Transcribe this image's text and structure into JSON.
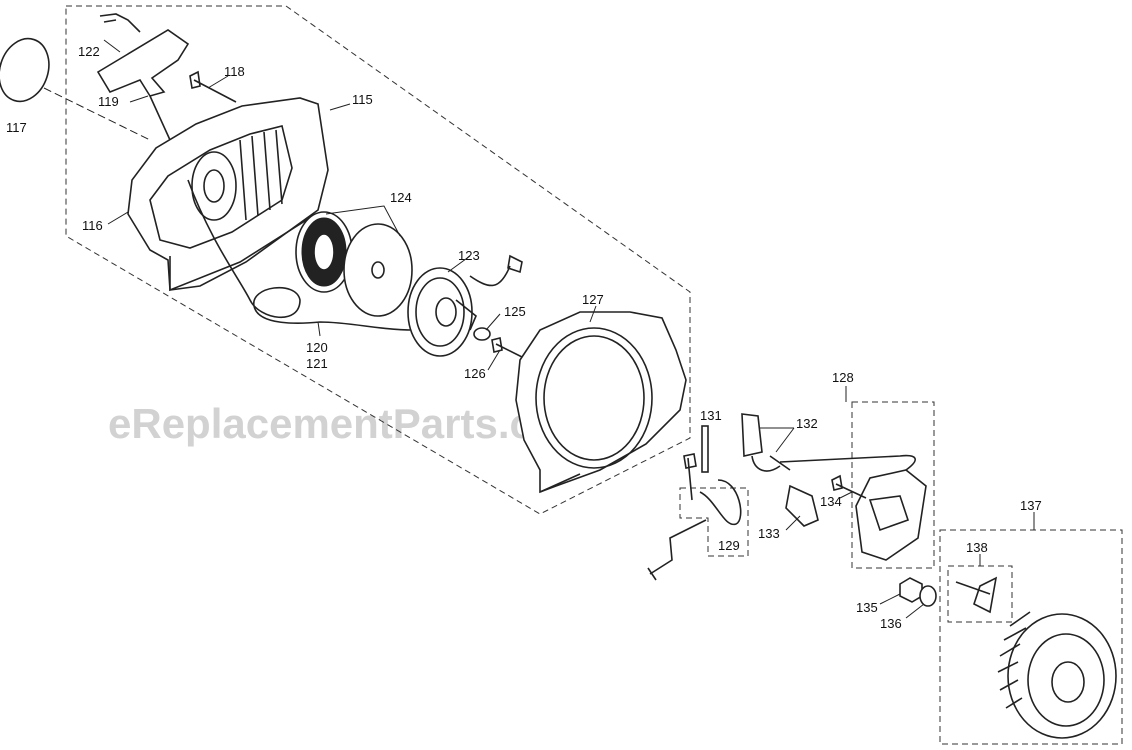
{
  "watermark": "eReplacementParts.com",
  "labels": {
    "p115": "115",
    "p116": "116",
    "p117": "117",
    "p118": "118",
    "p119": "119",
    "p120": "120",
    "p121": "121",
    "p122": "122",
    "p123": "123",
    "p124": "124",
    "p125": "125",
    "p126": "126",
    "p127": "127",
    "p128": "128",
    "p129": "129",
    "p131": "131",
    "p132": "132",
    "p133": "133",
    "p134": "134",
    "p135": "135",
    "p136": "136",
    "p137": "137",
    "p138": "138"
  }
}
